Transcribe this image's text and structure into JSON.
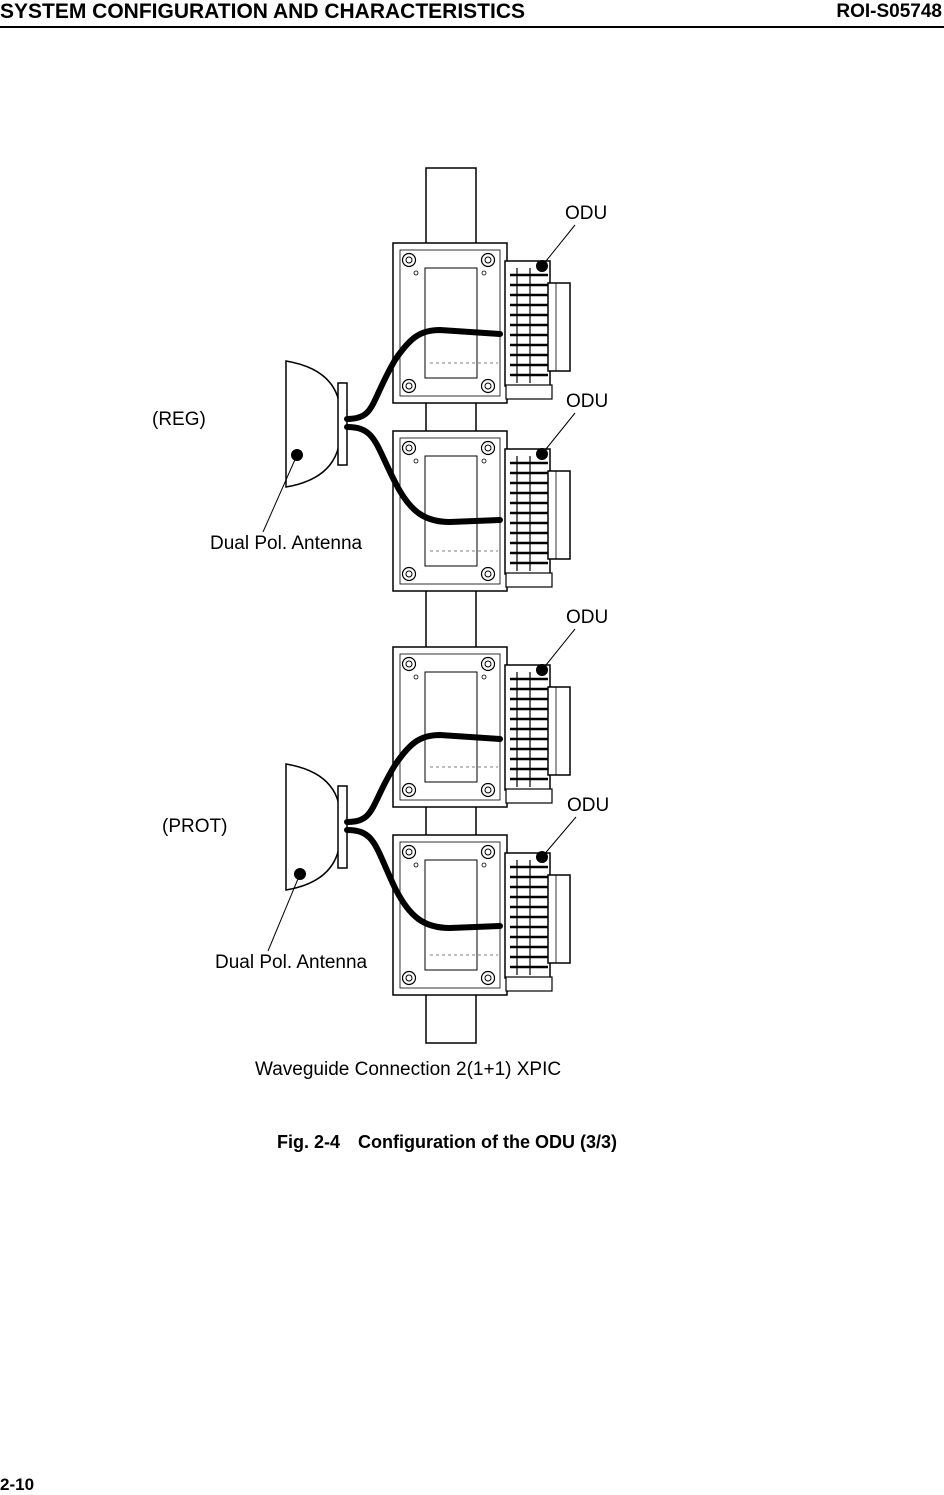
{
  "header": {
    "title": "SYSTEM CONFIGURATION AND CHARACTERISTICS",
    "doc_id": "ROI-S05748"
  },
  "figure": {
    "odu_labels": [
      "ODU",
      "ODU",
      "ODU",
      "ODU"
    ],
    "antenna_groups": [
      {
        "role": "(REG)",
        "antenna": "Dual Pol. Antenna"
      },
      {
        "role": "(PROT)",
        "antenna": "Dual Pol. Antenna"
      }
    ],
    "connection_label": "Waveguide Connection 2(1+1) XPIC"
  },
  "caption": {
    "number": "Fig. 2-4",
    "text": "Configuration of the ODU (3/3)"
  },
  "footer": {
    "page_number": "2-10"
  }
}
